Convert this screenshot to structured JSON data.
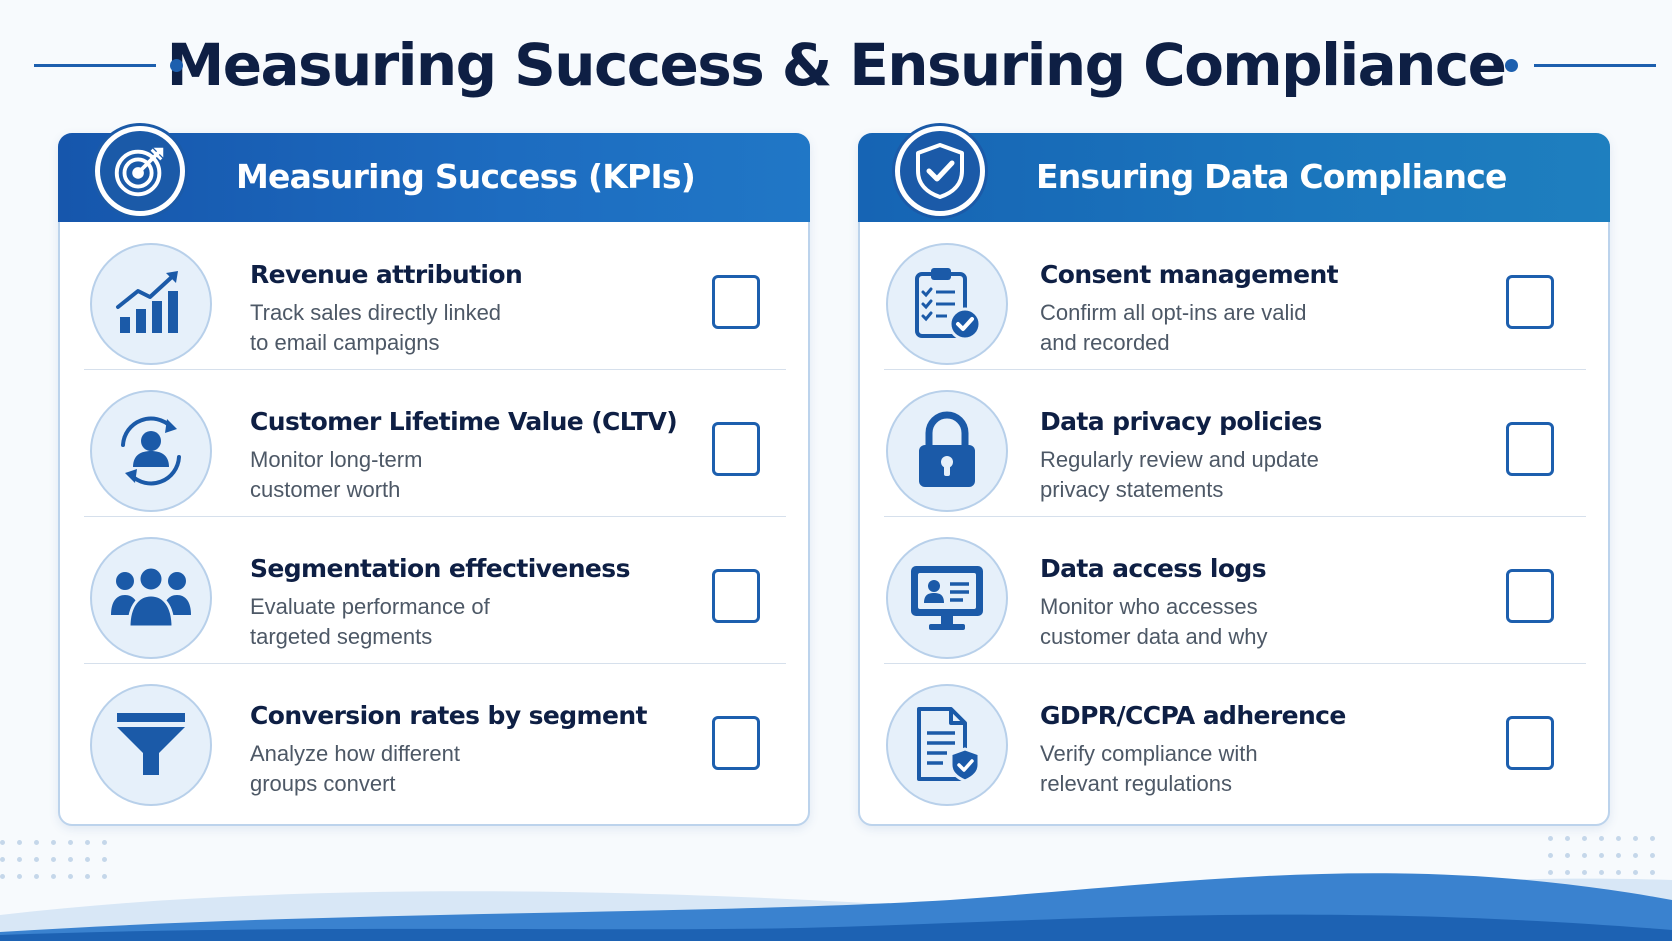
{
  "title": "Measuring Success & Ensuring Compliance",
  "colors": {
    "primary": "#1b5aa8",
    "title_text": "#0e1f44",
    "icon_background": "#e6f0fa",
    "checkbox_border": "#1d5fae"
  },
  "panels": [
    {
      "title": "Measuring Success (KPIs)",
      "header_icon": "target-icon",
      "items": [
        {
          "icon": "growth-chart-icon",
          "title": "Revenue attribution",
          "desc_line1": "Track sales directly linked",
          "desc_line2": "to email campaigns",
          "checked": false
        },
        {
          "icon": "customer-cycle-icon",
          "title": "Customer Lifetime Value (CLTV)",
          "desc_line1": "Monitor long-term",
          "desc_line2": "customer worth",
          "checked": false
        },
        {
          "icon": "user-group-icon",
          "title": "Segmentation effectiveness",
          "desc_line1": "Evaluate performance of",
          "desc_line2": "targeted segments",
          "checked": false
        },
        {
          "icon": "funnel-icon",
          "title": "Conversion rates by segment",
          "desc_line1": "Analyze how different",
          "desc_line2": "groups convert",
          "checked": false
        }
      ]
    },
    {
      "title": "Ensuring Data Compliance",
      "header_icon": "shield-check-icon",
      "items": [
        {
          "icon": "clipboard-check-icon",
          "title": "Consent management",
          "desc_line1": "Confirm all opt-ins are valid",
          "desc_line2": "and recorded",
          "checked": false
        },
        {
          "icon": "padlock-icon",
          "title": "Data privacy policies",
          "desc_line1": "Regularly review and update",
          "desc_line2": "privacy statements",
          "checked": false
        },
        {
          "icon": "monitor-id-icon",
          "title": "Data access logs",
          "desc_line1": "Monitor who accesses",
          "desc_line2": "customer data and why",
          "checked": false
        },
        {
          "icon": "document-shield-icon",
          "title": "GDPR/CCPA adherence",
          "desc_line1": "Verify compliance with",
          "desc_line2": "relevant regulations",
          "checked": false
        }
      ]
    }
  ]
}
